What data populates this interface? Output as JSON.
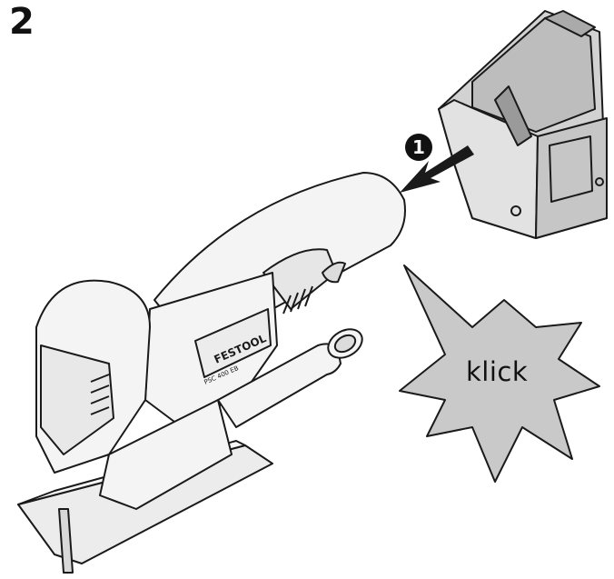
{
  "figure": {
    "step_number": "2",
    "callout_number": "1",
    "sound_label": "klick",
    "brand_text": "FESTOOL",
    "model_text": "PSC 400 EB",
    "colors": {
      "line": "#1a1a1a",
      "tool_fill": "#f4f4f4",
      "battery_fill": "#d2d2d2",
      "starburst_fill": "#c9c9c9",
      "arrow_fill": "#1a1a1a"
    }
  }
}
